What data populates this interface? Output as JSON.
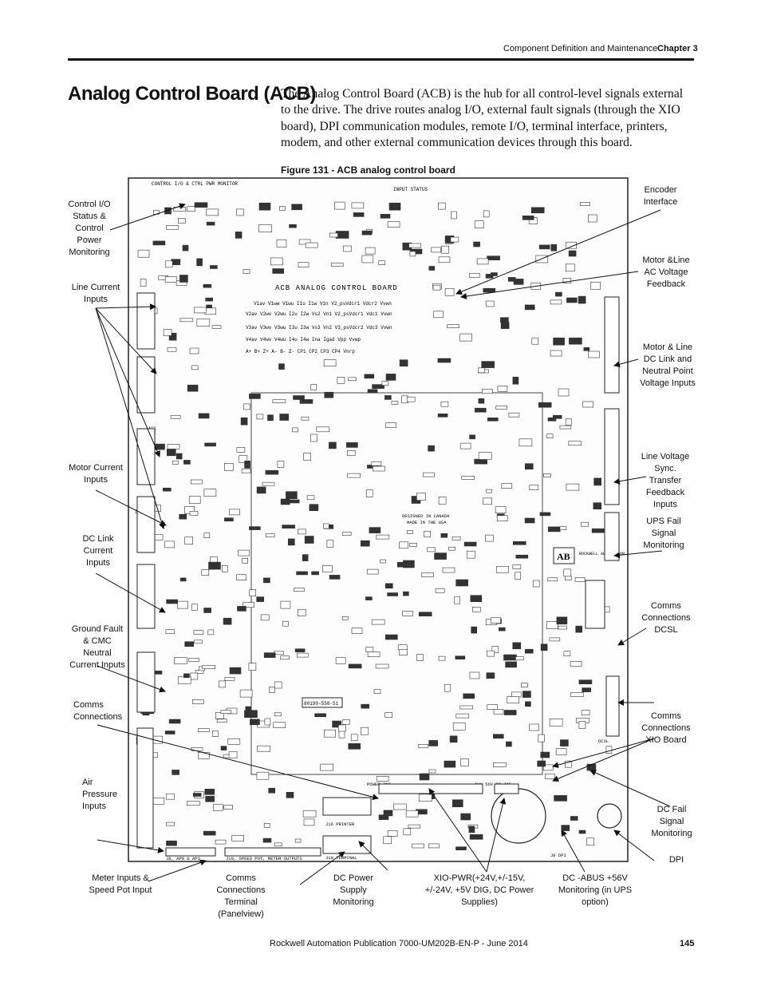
{
  "header": {
    "section": "Component Definition and Maintenance",
    "chapter": "Chapter 3"
  },
  "title": "Analog Control Board (ACB)",
  "intro": "The Analog Control Board (ACB) is the hub for all control-level signals external to the drive. The drive routes analog I/O, external fault signals (through the XIO board), DPI communication modules, remote I/O, terminal interface, printers, modem, and other external communication devices through this board.",
  "figure": {
    "caption": "Figure 131 - ACB analog control board",
    "board_silkscreen": {
      "top": "CONTROL I/O & CTRL PWR MONITOR",
      "name": "ACB ANALOG CONTROL BOARD",
      "input_status": "INPUT STATUS",
      "designed": "DESIGNED IN CANADA",
      "made": "MADE IN THE USA",
      "rockwell": "ROCKWELL AUTOMATION",
      "ab": "AB",
      "part": "80190-558-51",
      "printer": "J16 PRINTER",
      "terminal": "J18 TERMINAL",
      "power": "POWER J13",
      "aux": "AUX 56V DC J15",
      "analog": "J8, AP0 & AP1",
      "speed": "J10, SPEED POT, METER OUTPUTS",
      "dpi": "J9 DPI",
      "dcsl": "DCSL",
      "row1": "V1av V1ww V1wu I1u I1w V1n V2_psVdcr1 Vdcr2 Vvwn",
      "row2": "V2av V2wv V2wu I2u I2w Vs2 Vn1 V2_psVdcr1 Vdc1 Vvwn",
      "row3": "V3av V3wv V3wu I3u I3w Vs3 Vn2 V3_psVdcr2 Vdc3 Vvwn",
      "row4": "V4av V4wv V4wu I4u I4w Ina Igad Vpp Vvwp",
      "row5": "A+ B+ Z+ A- B- Z- CP1 CP2 CP3 CP4 Vnrp"
    },
    "callouts_left": [
      "Control I/O Status & Control Power Monitoring",
      "Line Current Inputs",
      "Motor Current Inputs",
      "DC Link Current Inputs",
      "Ground Fault & CMC Neutral Current Inputs",
      "Comms Connections",
      "Air Pressure Inputs"
    ],
    "callouts_right": [
      "Encoder Interface",
      "Motor &Line AC Voltage Feedback",
      "Motor & Line DC Link and Neutral Point Voltage Inputs",
      "Line Voltage Sync. Transfer Feedback Inputs",
      "UPS Fail Signal Monitoring",
      "Comms Connections DCSL",
      "Comms Connections XIO Board",
      "DC Fail Signal Monitoring",
      "DPI"
    ],
    "callouts_bottom": [
      "Meter Inputs & Speed Pot Input",
      "Comms Connections Terminal (Panelview)",
      "DC Power Supply Monitoring",
      "XIO-PWR(+24V,+/-15V, +/-24V, +5V DIG, DC Power Supplies)",
      "DC -ABUS +56V Monitoring (in UPS option)"
    ]
  },
  "footer": {
    "publication": "Rockwell Automation Publication 7000-UM202B-EN-P - June 2014",
    "page": "145"
  }
}
